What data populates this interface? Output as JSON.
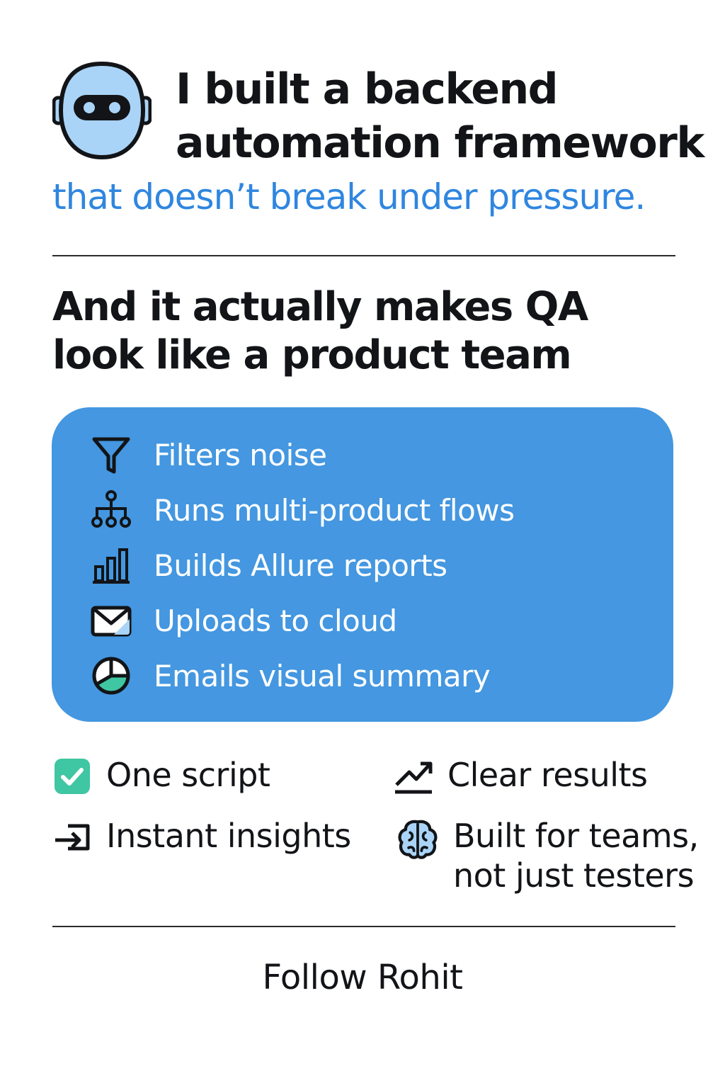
{
  "header": {
    "headline_line1": "I built a backend",
    "headline_line2": "automation framework",
    "tagline": "that doesn’t break under pressure.",
    "icon": "robot-icon"
  },
  "subhead": {
    "line1": "And it actually makes QA",
    "line2": "look like a product team"
  },
  "features": [
    {
      "icon": "funnel-icon",
      "label": "Filters noise"
    },
    {
      "icon": "hierarchy-icon",
      "label": "Runs multi-product flows"
    },
    {
      "icon": "bar-chart-icon",
      "label": "Builds Allure reports"
    },
    {
      "icon": "envelope-icon",
      "label": "Uploads to cloud"
    },
    {
      "icon": "pie-chart-icon",
      "label": "Emails visual summary"
    }
  ],
  "benefits": {
    "one_script": {
      "icon": "checkbox-icon",
      "label": "One script"
    },
    "clear_results": {
      "icon": "trend-up-icon",
      "label": "Clear results"
    },
    "instant_insights": {
      "icon": "export-icon",
      "label": "Instant insights"
    },
    "teams": {
      "icon": "brain-icon",
      "line1": "Built for teams,",
      "line2": "not just testers"
    }
  },
  "footer": {
    "follow": "Follow Rohit"
  },
  "colors": {
    "accent_blue": "#2f86df",
    "panel_blue": "#4497e0",
    "robot_fill": "#a9d4f7",
    "check_green": "#3fc6a2",
    "text_dark": "#121417"
  }
}
